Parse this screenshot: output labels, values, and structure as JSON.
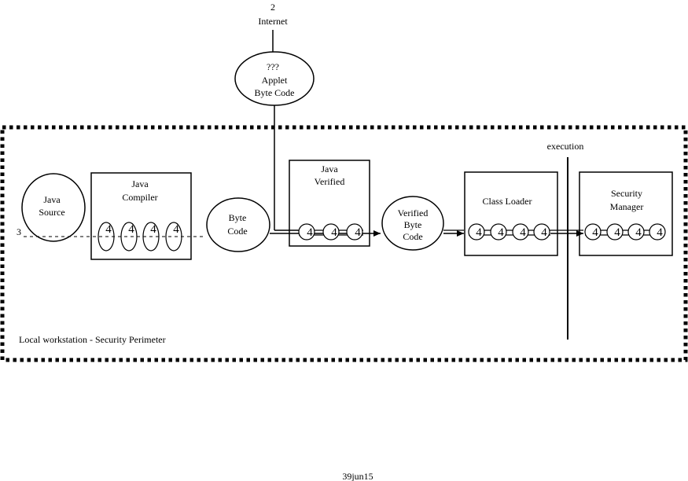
{
  "internet": {
    "number": "2",
    "label": "Internet"
  },
  "applet": {
    "lines": [
      "???",
      "Applet",
      "Byte Code"
    ]
  },
  "execution_label": "execution",
  "perimeter_label": "Local workstation - Security Perimeter",
  "flow_number": "3",
  "token_label": "4",
  "java_source": {
    "lines": [
      "Java",
      "Source"
    ]
  },
  "java_compiler": {
    "lines": [
      "Java",
      "Compiler"
    ]
  },
  "byte_code": {
    "lines": [
      "Byte",
      "Code"
    ]
  },
  "java_verified": {
    "lines": [
      "Java",
      "Verified"
    ]
  },
  "verified_byte_code": {
    "lines": [
      "Verified",
      "Byte",
      "Code"
    ]
  },
  "class_loader": {
    "lines": [
      "Class Loader"
    ]
  },
  "security_manager": {
    "lines": [
      "Security",
      "Manager"
    ]
  },
  "footer_id": "39jun15"
}
